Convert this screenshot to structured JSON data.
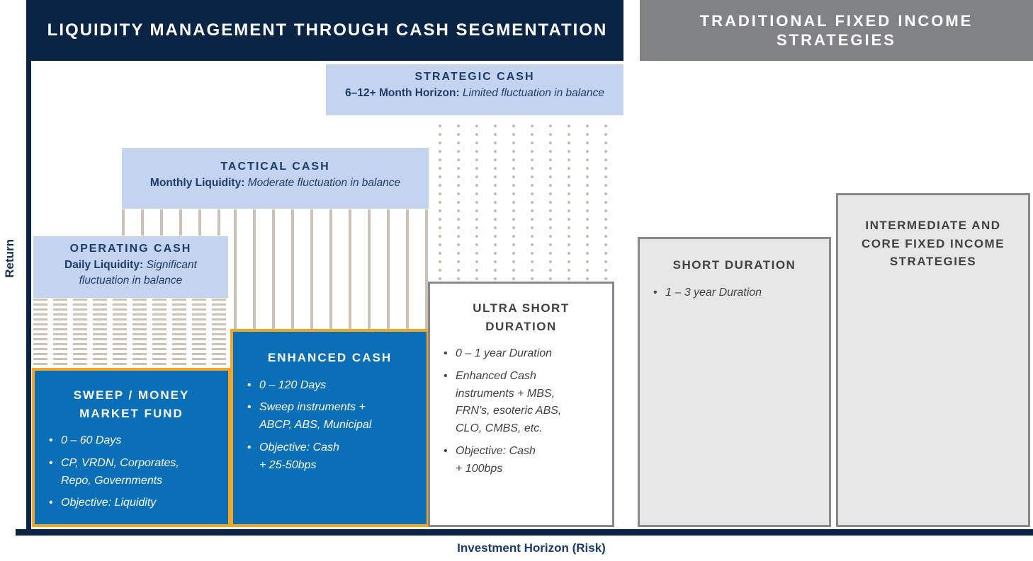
{
  "header": {
    "left_title": "LIQUIDITY MANAGEMENT THROUGH CASH SEGMENTATION",
    "right_title": "TRADITIONAL FIXED INCOME STRATEGIES"
  },
  "axes": {
    "y_label": "Return",
    "x_label": "Investment Horizon (Risk)"
  },
  "segments": {
    "strategic": {
      "title": "STRATEGIC CASH",
      "label": "6–12+ Month Horizon:",
      "desc": "Limited fluctuation in balance"
    },
    "tactical": {
      "title": "TACTICAL CASH",
      "label": "Monthly Liquidity:",
      "desc": "Moderate fluctuation in balance"
    },
    "operating": {
      "title": "OPERATING CASH",
      "label": "Daily Liquidity:",
      "desc": "Significant fluctuation in balance"
    },
    "sweep": {
      "title": "SWEEP / MONEY MARKET FUND",
      "bullets": [
        "0 – 60 Days",
        "CP, VRDN, Corporates,\nRepo, Governments",
        "Objective: Liquidity"
      ]
    },
    "enhanced": {
      "title": "ENHANCED CASH",
      "bullets": [
        "0 – 120 Days",
        "Sweep instruments +\nABCP, ABS, Municipal",
        "Objective: Cash\n+ 25-50bps"
      ]
    },
    "ultra_short": {
      "title": "ULTRA SHORT DURATION",
      "bullets": [
        "0 – 1 year Duration",
        "Enhanced Cash\ninstruments + MBS,\nFRN’s, esoteric ABS,\nCLO, CMBS, etc.",
        "Objective: Cash\n+ 100bps"
      ]
    },
    "short_duration": {
      "title": "SHORT DURATION",
      "bullets": [
        "1 – 3 year Duration"
      ]
    },
    "intermediate": {
      "title": "INTERMEDIATE AND CORE FIXED INCOME STRATEGIES"
    }
  },
  "colors": {
    "navy": "#0a2445",
    "light_blue": "#c5d4ee",
    "dark_blue": "#0b6fb7",
    "orange_border": "#f5a623",
    "gray_header": "#818285",
    "light_gray_box": "#e6e6e7",
    "gray_border": "#87898c",
    "dark_gray_text": "#414042",
    "navy_text": "#1c3b6d",
    "pattern_beige": "#cbc1b5"
  }
}
